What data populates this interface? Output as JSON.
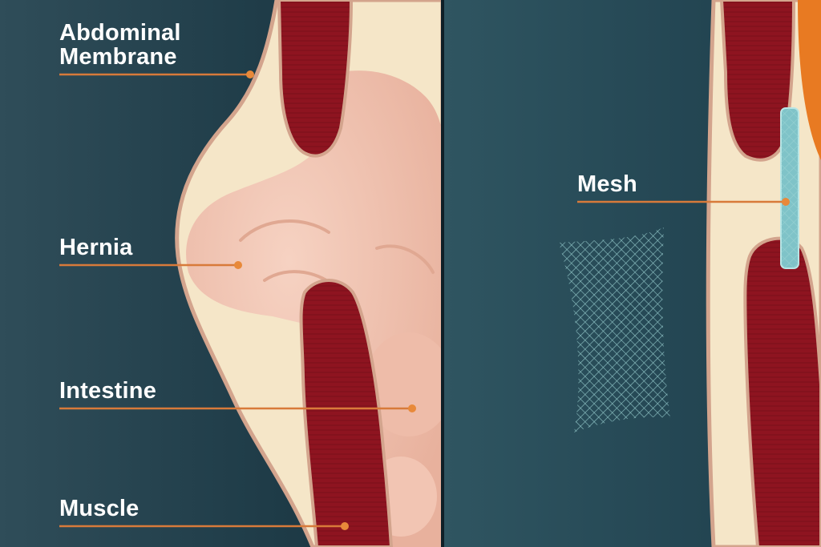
{
  "labels": {
    "abdominal_membrane": [
      "Abdominal",
      "Membrane"
    ],
    "hernia": "Hernia",
    "intestine": "Intestine",
    "muscle": "Muscle",
    "mesh": "Mesh"
  },
  "colors": {
    "background_dark": "#16303c",
    "background_mid": "#2c4f5b",
    "muscle": "#8e1420",
    "membrane": "#f5e6c8",
    "membrane_edge": "#d3a48d",
    "intestine": "#f2c5b3",
    "orange": "#e87a22",
    "leader_line": "#d87a3a",
    "mesh": "#9fd6d6"
  }
}
